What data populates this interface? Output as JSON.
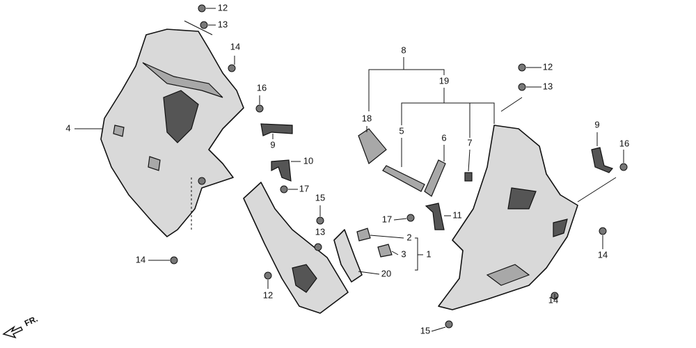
{
  "diagram": {
    "title": "Lower cowl parts diagram",
    "direction_marker": "FR.",
    "callouts": [
      "12",
      "13",
      "14",
      "16",
      "4",
      "9",
      "10",
      "17",
      "15",
      "13",
      "14",
      "12",
      "8",
      "19",
      "18",
      "5",
      "6",
      "7",
      "2",
      "3",
      "1",
      "20",
      "11",
      "17",
      "12",
      "13",
      "9",
      "16",
      "14",
      "14",
      "15"
    ]
  }
}
